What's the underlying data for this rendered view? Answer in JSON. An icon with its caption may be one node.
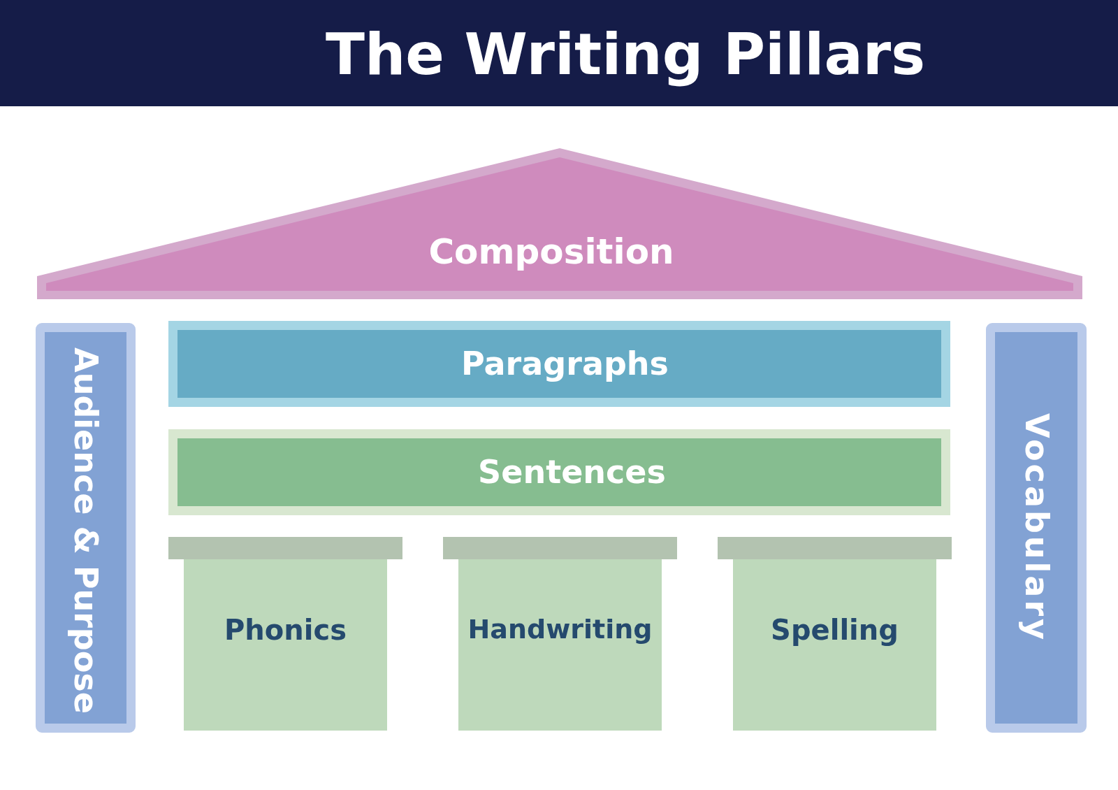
{
  "diagram": {
    "title": "The Writing Pillars",
    "nodes": [
      {
        "text": [
          "Composition"
        ]
      },
      {
        "text": [
          "Audience & Purpose"
        ]
      },
      {
        "text": [
          "Paragraphs"
        ]
      },
      {
        "text": [
          "Sentences"
        ]
      },
      {
        "text": [
          "Phonics"
        ]
      },
      {
        "text": [
          "Handwriting"
        ]
      },
      {
        "text": [
          "Spelling"
        ]
      },
      {
        "text": [
          "Vocabulary"
        ]
      }
    ]
  }
}
